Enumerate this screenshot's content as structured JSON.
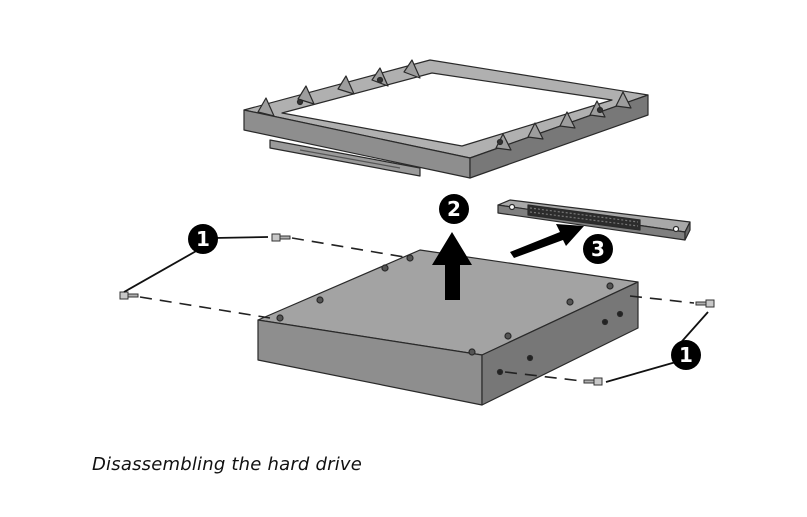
{
  "caption": "Disassembling the hard drive",
  "callouts": {
    "screws_left": "1",
    "screws_right": "1",
    "lift_drive": "2",
    "remove_connector": "3"
  },
  "colors": {
    "part_top": "#a3a3a3",
    "part_front": "#8e8e8e",
    "part_side": "#777777",
    "outline": "#2a2a2a",
    "callout_fill": "#000000",
    "dashed_line": "#222222"
  },
  "icons": {
    "callout": "numbered-circle-callout",
    "arrow": "solid-direction-arrow"
  }
}
